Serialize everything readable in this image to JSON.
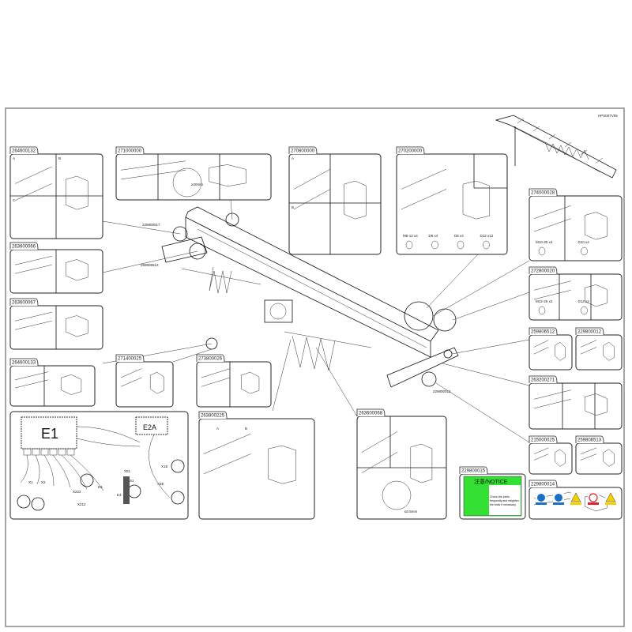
{
  "drawing_code": "HPS007V05",
  "panels": [
    {
      "id": "p1",
      "code": "264600132",
      "cells": [
        "A",
        "B",
        "C"
      ]
    },
    {
      "id": "p2",
      "code": "263600066"
    },
    {
      "id": "p3",
      "code": "263600067"
    },
    {
      "id": "p4",
      "code": "264600133"
    },
    {
      "id": "p5",
      "code": "271000000",
      "note": "≥20mm"
    },
    {
      "id": "p6",
      "code": "270800000",
      "cells": [
        "A",
        "B"
      ]
    },
    {
      "id": "p7",
      "code": "270200000",
      "fasteners": [
        "M8-12 x4",
        "D8 x4",
        "D8 x4",
        "D12 x12"
      ]
    },
    {
      "id": "p8",
      "code": "274000028",
      "fasteners": [
        "M10-30 x4",
        "D10 x4"
      ]
    },
    {
      "id": "p9",
      "code": "272800020",
      "fasteners": [
        "M12-25 x2",
        "D12 x2"
      ]
    },
    {
      "id": "p10",
      "code": "259806512"
    },
    {
      "id": "p11",
      "code": "229800012"
    },
    {
      "id": "p12",
      "code": "263200271"
    },
    {
      "id": "p13",
      "code": "215000025"
    },
    {
      "id": "p14",
      "code": "259806513"
    },
    {
      "id": "p15",
      "code": "229800015"
    },
    {
      "id": "p16",
      "code": "229800014"
    },
    {
      "id": "p17",
      "code": "271400025"
    },
    {
      "id": "p18",
      "code": "273800026"
    },
    {
      "id": "p19",
      "code": "263800225",
      "cells": [
        "A",
        "B"
      ]
    },
    {
      "id": "p20",
      "code": "263600068",
      "note": "≤0.5mm"
    }
  ],
  "callouts": [
    "229800017",
    "259806513",
    "229800012"
  ],
  "wiring": {
    "box1": "E1",
    "box2": "E2A",
    "labels": [
      "X1",
      "X2",
      "X222",
      "X212",
      "E3",
      "E4",
      "X51",
      "S1",
      "X1E",
      "X2E"
    ]
  },
  "notice": {
    "title": "注意/NOTICE",
    "lines": [
      "Check the joints",
      "frequently and retighten",
      "the bolts if necessary."
    ],
    "color": "#33e033"
  },
  "safety_signs": [
    {
      "color": "#1a6fc4"
    },
    {
      "color": "#1a6fc4"
    },
    {
      "color": "#f5d000"
    },
    {
      "color": "#d9262c"
    },
    {
      "color": "#f5d000"
    }
  ]
}
